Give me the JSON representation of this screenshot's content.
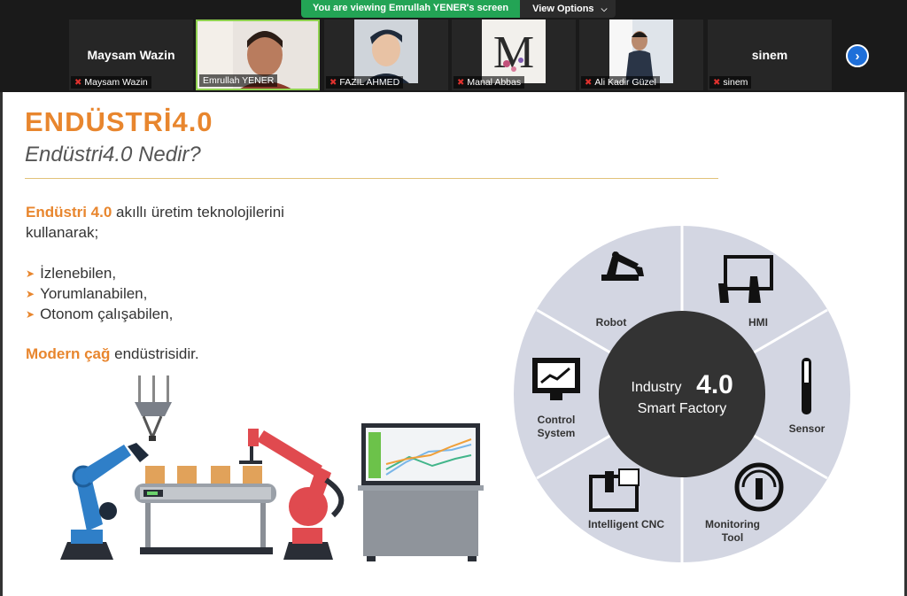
{
  "banner": {
    "text": "You are viewing Emrullah YENER's screen",
    "view_options": "View Options"
  },
  "participants": [
    {
      "name": "Maysam Wazin",
      "display": "Maysam Wazin",
      "muted": true
    },
    {
      "name": "Emrullah YENER",
      "display": "",
      "muted": false
    },
    {
      "name": "FAZIL AHMED",
      "display": "",
      "muted": true
    },
    {
      "name": "Manal Abbas",
      "display": "",
      "muted": true
    },
    {
      "name": "Ali Kadir Güzel",
      "display": "",
      "muted": true
    },
    {
      "name": "sinem",
      "display": "sinem",
      "muted": true
    }
  ],
  "slide": {
    "title": "ENDÜSTRİ4.0",
    "subtitle": "Endüstri4.0 Nedir?",
    "intro_highlight": "Endüstri 4.0",
    "intro_rest": " akıllı üretim teknolojilerini",
    "intro_line2": "kullanarak;",
    "bullets": [
      "İzlenebilen,",
      "Yorumlanabilen,",
      "Otonom çalışabilen,"
    ],
    "closing_highlight": "Modern çağ",
    "closing_rest": " endüstrisidir."
  },
  "wheel": {
    "center_line1": "Industry",
    "center_number": "4.0",
    "center_line2": "Smart Factory",
    "segments": [
      "Robot",
      "HMI",
      "Sensor",
      "Monitoring Tool",
      "Intelligent CNC",
      "Control System"
    ]
  },
  "colors": {
    "accent": "#e8862e",
    "banner_green": "#23a455",
    "wheel_ring": "#d3d6e2",
    "wheel_center": "#333333",
    "robot_blue": "#2f7fc8",
    "robot_red": "#e04a4f"
  }
}
